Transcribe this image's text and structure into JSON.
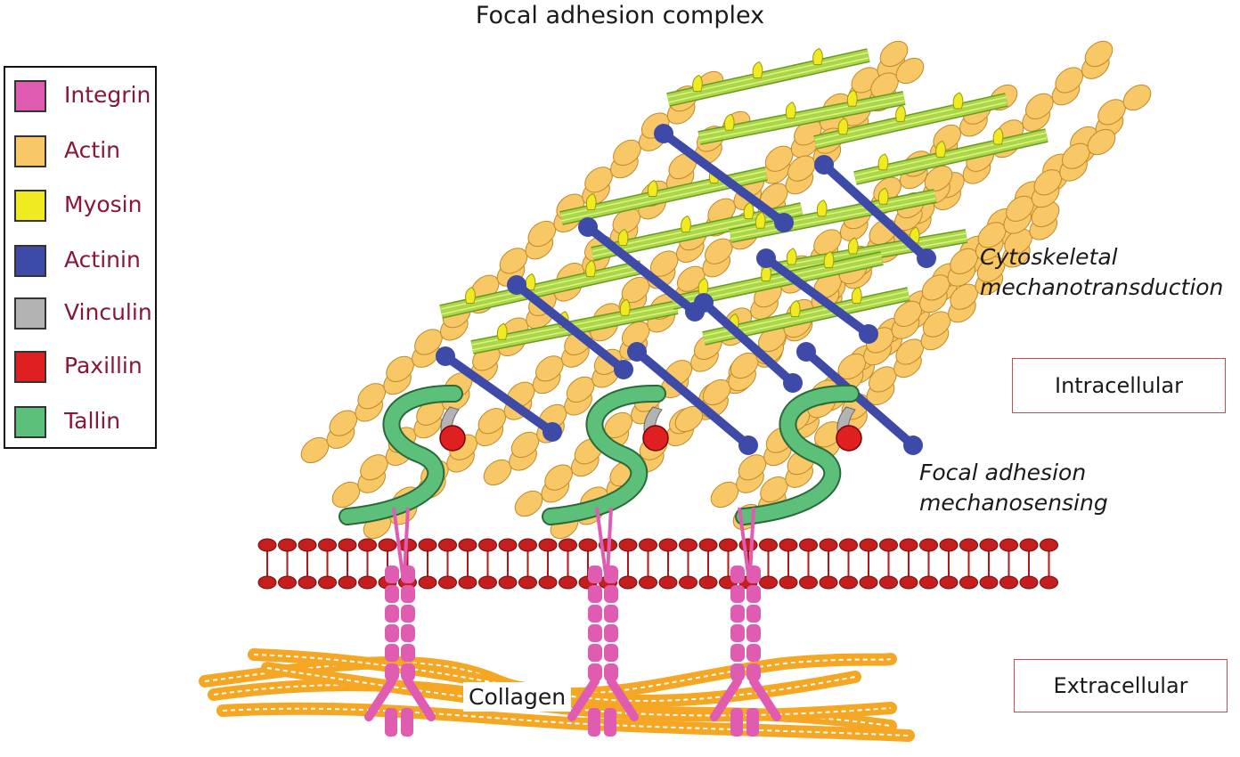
{
  "title": "Focal adhesion complex",
  "legend": [
    {
      "label": "Integrin",
      "color": "#e05cb0"
    },
    {
      "label": "Actin",
      "color": "#f8c766"
    },
    {
      "label": "Myosin",
      "color": "#f0ea20"
    },
    {
      "label": "Actinin",
      "color": "#3d4aa8"
    },
    {
      "label": "Vinculin",
      "color": "#b3b3b3"
    },
    {
      "label": "Paxillin",
      "color": "#e02020"
    },
    {
      "label": "Tallin",
      "color": "#5cbf7a"
    }
  ],
  "labels": {
    "cytoskeletal_1": "Cytoskeletal",
    "cytoskeletal_2": "mechanotransduction",
    "focal_1": "Focal adhesion",
    "focal_2": "mechanosensing",
    "intracellular": "Intracellular",
    "extracellular": "Extracellular",
    "collagen": "Collagen"
  },
  "colors": {
    "actin": "#f8c766",
    "actin_outline": "#c08a2a",
    "myosin_rod": "#a8d84a",
    "myosin_head": "#f0ea20",
    "actinin": "#3d4aa8",
    "membrane": "#b01818",
    "integrin": "#e05cb0",
    "collagen": "#f5a623",
    "tallin": "#5cbf7a",
    "paxillin": "#e02020",
    "vinculin": "#b3b3b3"
  }
}
